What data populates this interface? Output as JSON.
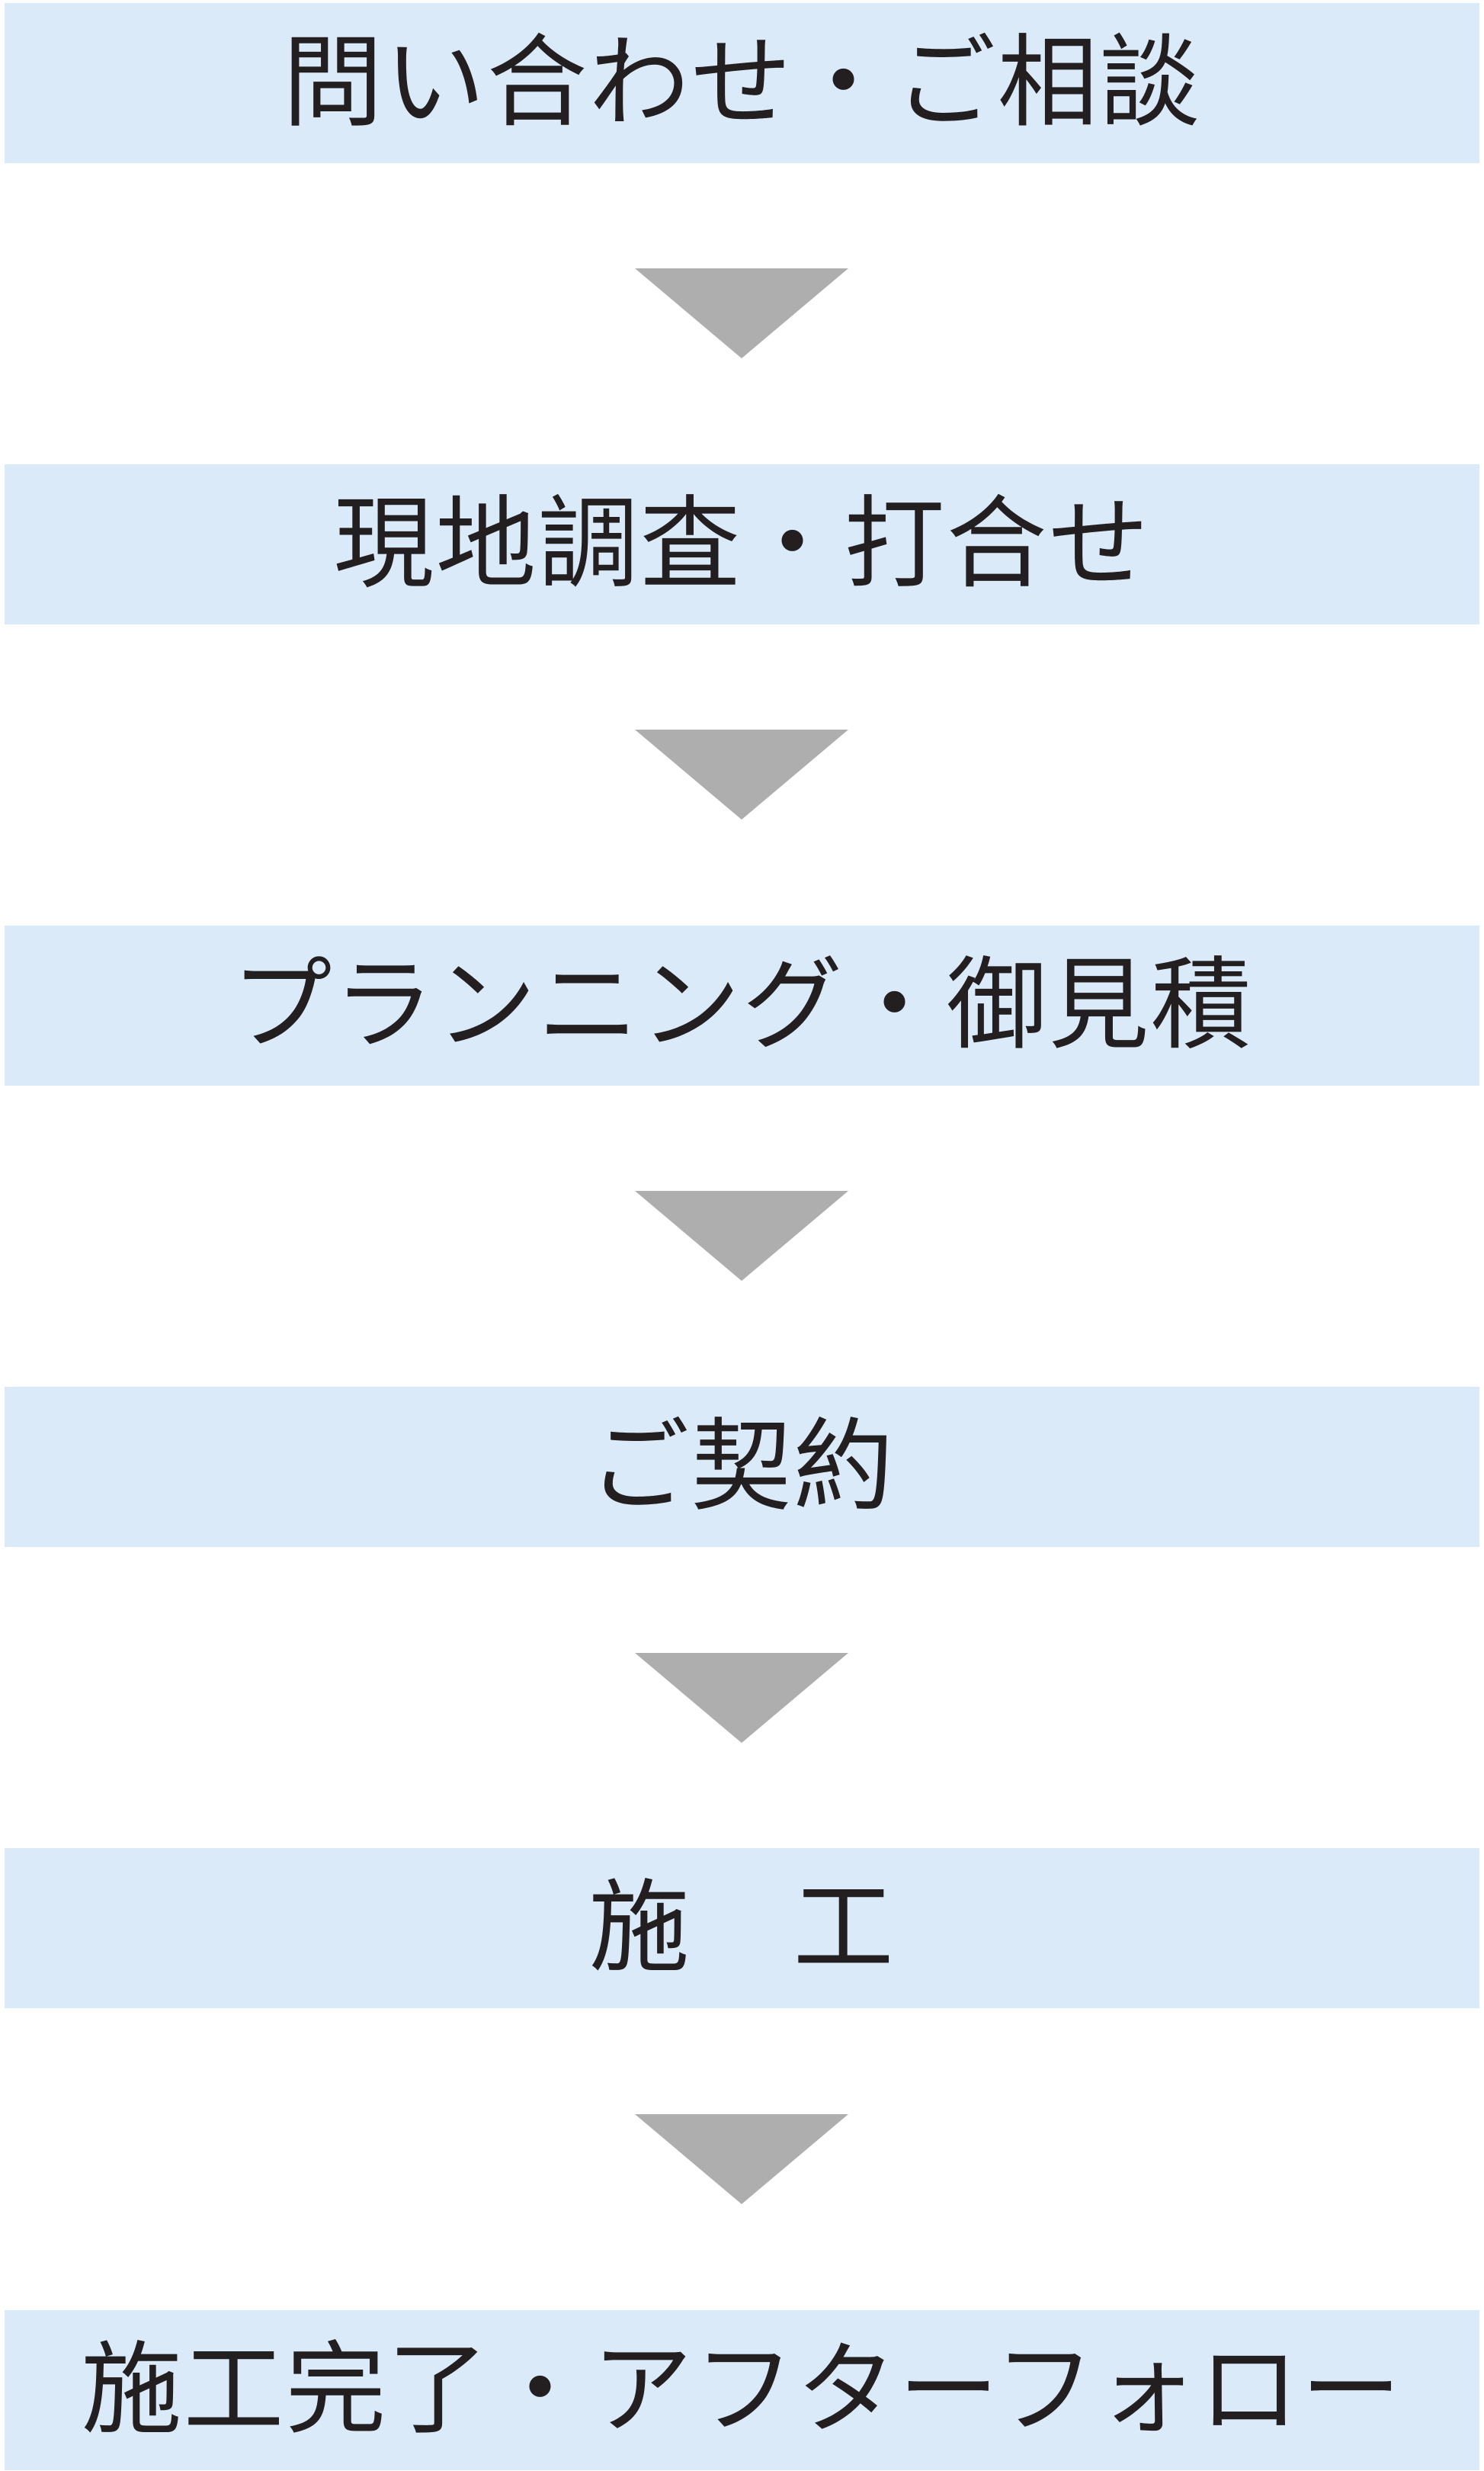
{
  "steps": [
    {
      "label": "問い合わせ・ご相談"
    },
    {
      "label": "現地調査・打合せ"
    },
    {
      "label": "プランニング・御見積"
    },
    {
      "label": "ご契約"
    },
    {
      "label": "施　工"
    },
    {
      "label": "施工完了・アフターフォロー"
    }
  ],
  "colors": {
    "step_background": "#daeaf8",
    "arrow": "#aeaeae",
    "text": "#231f20"
  },
  "icons": {
    "connector": "down-triangle-arrow"
  }
}
